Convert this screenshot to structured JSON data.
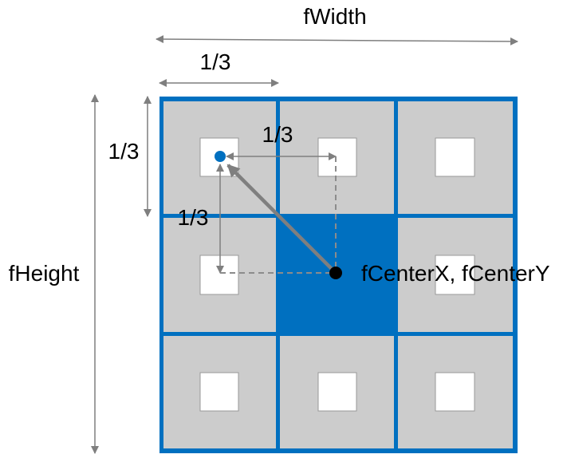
{
  "labels": {
    "width": "fWidth",
    "height": "fHeight",
    "third_top": "1/3",
    "third_left": "1/3",
    "third_horizontal": "1/3",
    "third_vertical": "1/3",
    "center": "fCenterX, fCenterY"
  },
  "colors": {
    "frame_blue": "#0070c0",
    "cell_gray": "#cccccc",
    "arrow_gray": "#7f7f7f",
    "center_cell_fill": "#0070c0",
    "center_dot": "#000000",
    "target_dot": "#0070c0",
    "inner_square": "#ffffff"
  },
  "grid": {
    "rows": 3,
    "columns": 3,
    "highlighted_cell": "center"
  }
}
